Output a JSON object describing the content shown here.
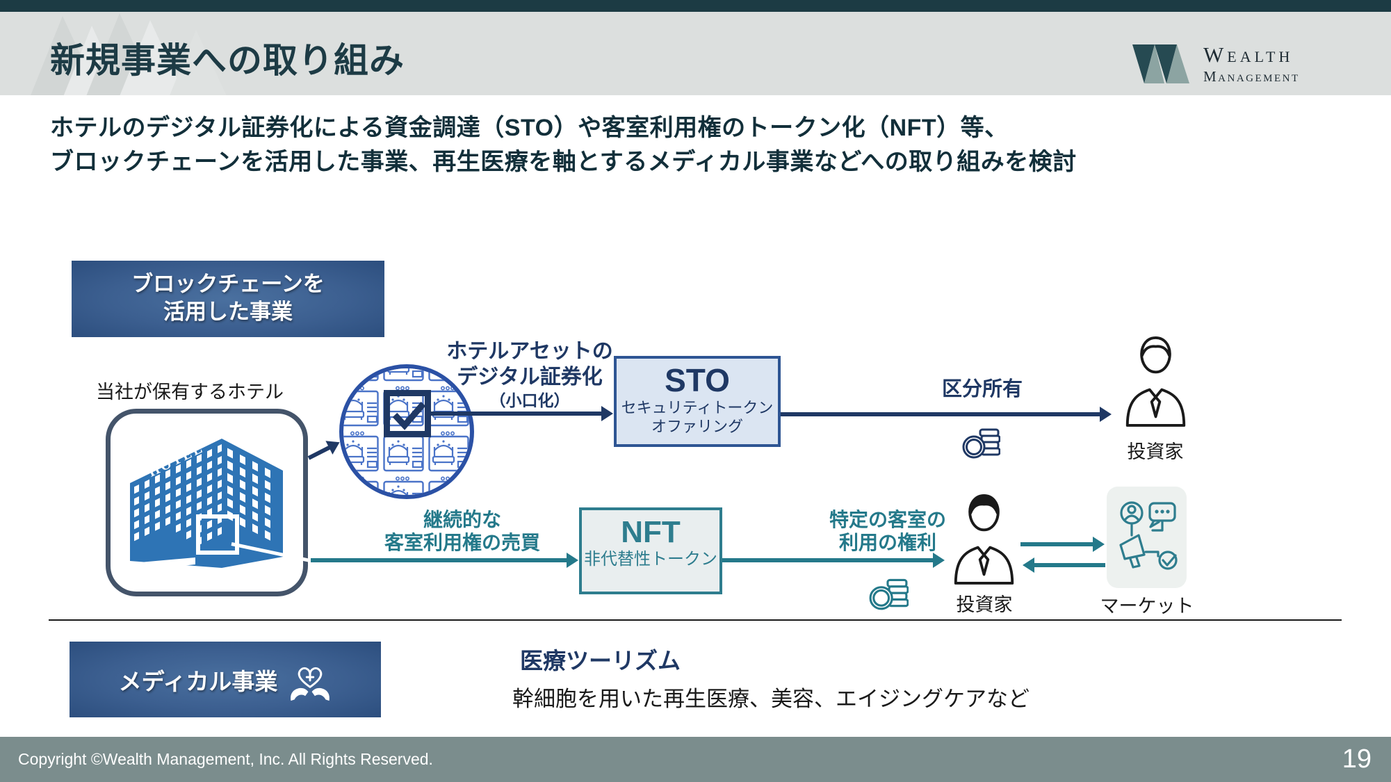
{
  "slide": {
    "title": "新規事業への取り組み",
    "page_number": "19",
    "copyright": "Copyright ©Wealth Management, Inc. All Rights Reserved."
  },
  "logo": {
    "name_line1": "Wealth",
    "name_line2": "Management"
  },
  "intro": {
    "line1": "ホテルのデジタル証券化による資金調達（STO）や客室利用権のトークン化（NFT）等、",
    "line2": "ブロックチェーンを活用した事業、再生医療を軸とするメディカル事業などへの取り組みを検討"
  },
  "blockchain": {
    "label_line1": "ブロックチェーンを",
    "label_line2": "活用した事業",
    "hotel_caption": "当社が保有するホテル",
    "hotel_sign": "HOTEL",
    "sto": {
      "arrow_line1": "ホテルアセットの",
      "arrow_line2": "デジタル証券化",
      "arrow_line3": "（小口化）",
      "title": "STO",
      "subtitle_line1": "セキュリティトークン",
      "subtitle_line2": "オファリング",
      "ownership_label": "区分所有",
      "investor_label": "投資家"
    },
    "nft": {
      "arrow_line1": "継続的な",
      "arrow_line2": "客室利用権の売買",
      "title": "NFT",
      "subtitle": "非代替性トークン",
      "right_label_line1": "特定の客室の",
      "right_label_line2": "利用の権利",
      "investor_label": "投資家",
      "market_label": "マーケット"
    }
  },
  "medical": {
    "label": "メディカル事業",
    "heading": "医療ツーリズム",
    "description": "幹細胞を用いた再生医療、美容、エイジングケアなど"
  },
  "colors": {
    "accent_navy": "#1f3864",
    "accent_teal": "#24798a",
    "hotel_blue": "#2e74b5",
    "circle_blue": "#2b51a5",
    "gradient_box_blue": "#3c5f90",
    "header_bar_teal": "#1c3b44",
    "footer_gray": "#7b8d8d"
  }
}
